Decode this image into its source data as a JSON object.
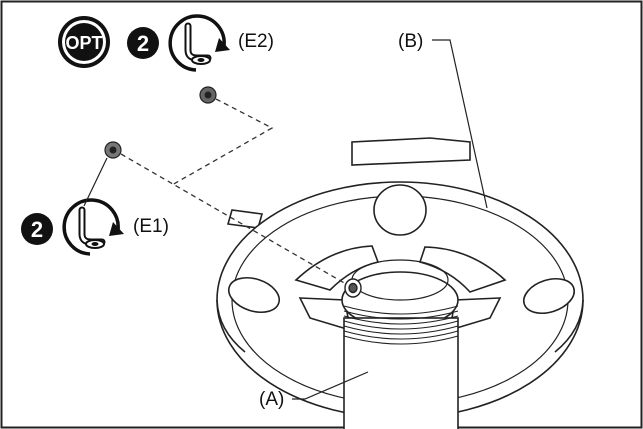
{
  "diagram": {
    "optional_badge": "OPT",
    "steps": [
      {
        "number": "2",
        "icon": "allen-key-rotate-icon",
        "label": "(E2)"
      },
      {
        "number": "2",
        "icon": "allen-key-rotate-icon",
        "label": "(E1)"
      }
    ],
    "part_labels": {
      "pole": "(A)",
      "mount_plate": "(B)"
    }
  }
}
